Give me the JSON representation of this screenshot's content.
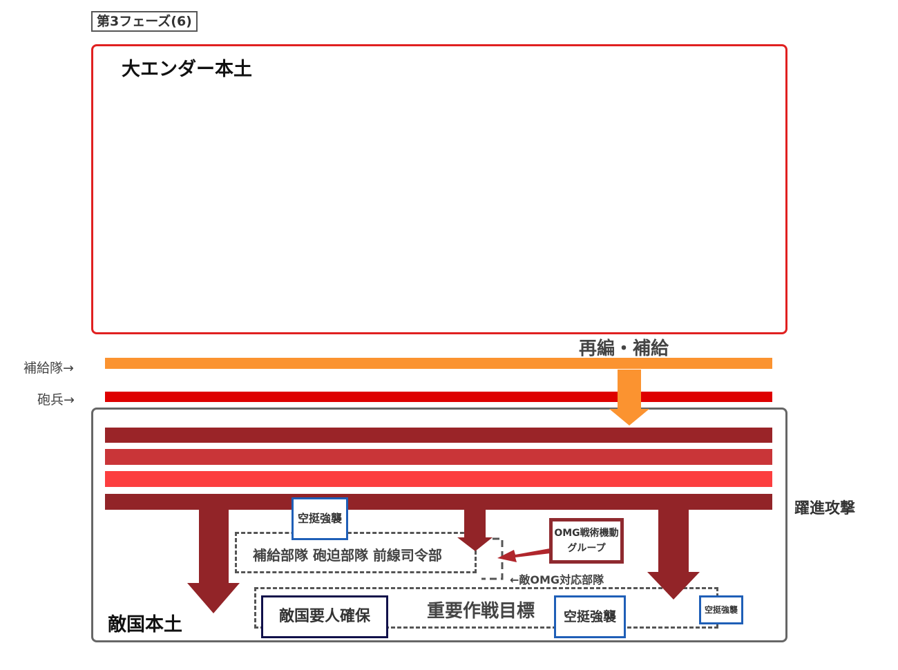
{
  "phase_tag": "第3フェーズ(6)",
  "homeland": {
    "title": "大エンダー本土"
  },
  "reorg": {
    "label": "再編・補給"
  },
  "lines": {
    "supply_label": "補給隊→",
    "artillery_label": "砲兵→"
  },
  "enemy": {
    "title": "敵国本土"
  },
  "leap_attack": {
    "label": "躍進攻撃"
  },
  "rear_units": {
    "label": "補給部隊 砲迫部隊 前線司令部"
  },
  "counter_units": {
    "label": "←敵OMG対応部隊"
  },
  "omg": {
    "line1": "OMG戦術機動",
    "line2": "グループ"
  },
  "airborne": {
    "label_top": "空挺強襲",
    "label_main": "空挺強襲",
    "label_small": "空挺強襲"
  },
  "key_target": {
    "label": "重要作戦目標"
  },
  "secure": {
    "label": "敵国要人確保"
  },
  "colors": {
    "homeland_border": "#e02020",
    "supply_orange": "#fb9330",
    "artillery_red": "#de0000",
    "attack_dark": "#922428",
    "airborne_blue": "#1f5fb7"
  }
}
